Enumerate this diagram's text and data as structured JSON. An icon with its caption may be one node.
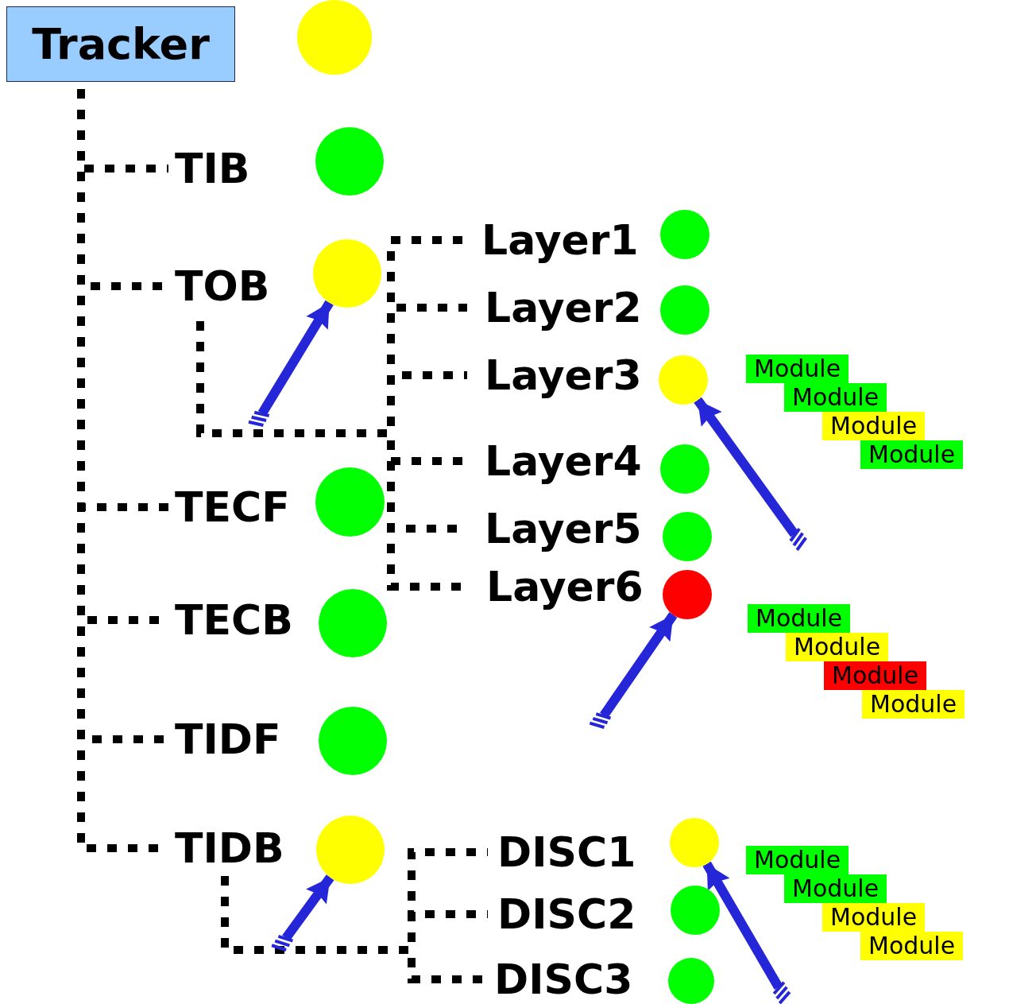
{
  "diagram": {
    "nodes": [
      {
        "text": [
          "Tracker"
        ]
      },
      {
        "text": [],
        "shape": "circle"
      },
      {
        "text": [
          "TIB"
        ]
      },
      {
        "text": [],
        "shape": "circle"
      },
      {
        "text": [
          "TOB"
        ]
      },
      {
        "text": [],
        "shape": "circle"
      },
      {
        "text": [
          "Layer1"
        ]
      },
      {
        "text": [],
        "shape": "circle"
      },
      {
        "text": [
          "Layer2"
        ]
      },
      {
        "text": [],
        "shape": "circle"
      },
      {
        "text": [
          "Layer3"
        ]
      },
      {
        "text": [],
        "shape": "circle"
      },
      {
        "text": [
          "Module"
        ]
      },
      {
        "text": [
          "Module"
        ]
      },
      {
        "text": [
          "Module"
        ]
      },
      {
        "text": [
          "Module"
        ]
      },
      {
        "text": [
          "Layer4"
        ]
      },
      {
        "text": [],
        "shape": "circle"
      },
      {
        "text": [
          "Layer5"
        ]
      },
      {
        "text": [],
        "shape": "circle"
      },
      {
        "text": [
          "Layer6"
        ]
      },
      {
        "text": [],
        "shape": "circle"
      },
      {
        "text": [
          "Module"
        ]
      },
      {
        "text": [
          "Module"
        ]
      },
      {
        "text": [
          "Module"
        ]
      },
      {
        "text": [
          "Module"
        ]
      },
      {
        "text": [
          "TECF"
        ]
      },
      {
        "text": [],
        "shape": "circle"
      },
      {
        "text": [
          "TECB"
        ]
      },
      {
        "text": [],
        "shape": "circle"
      },
      {
        "text": [
          "TIDF"
        ]
      },
      {
        "text": [],
        "shape": "circle"
      },
      {
        "text": [
          "TIDB"
        ]
      },
      {
        "text": [],
        "shape": "circle"
      },
      {
        "text": [
          "DISC1"
        ]
      },
      {
        "text": [],
        "shape": "circle"
      },
      {
        "text": [
          "Module"
        ]
      },
      {
        "text": [
          "Module"
        ]
      },
      {
        "text": [
          "Module"
        ]
      },
      {
        "text": [
          "Module"
        ]
      },
      {
        "text": [
          "DISC2"
        ]
      },
      {
        "text": [],
        "shape": "circle"
      },
      {
        "text": [
          "DISC3"
        ]
      },
      {
        "text": [],
        "shape": "circle"
      }
    ],
    "edges": [
      {
        "from": 0,
        "to": 2,
        "arrow": "none",
        "style": "dashed"
      },
      {
        "from": 0,
        "to": 4,
        "arrow": "none",
        "style": "dashed"
      },
      {
        "from": 0,
        "to": 26,
        "arrow": "none",
        "style": "dashed"
      },
      {
        "from": 0,
        "to": 28,
        "arrow": "none",
        "style": "dashed"
      },
      {
        "from": 0,
        "to": 30,
        "arrow": "none",
        "style": "dashed"
      },
      {
        "from": 0,
        "to": 32,
        "arrow": "none",
        "style": "dashed"
      },
      {
        "from": 4,
        "to": 6,
        "arrow": "none",
        "style": "dashed"
      },
      {
        "from": 4,
        "to": 8,
        "arrow": "none",
        "style": "dashed"
      },
      {
        "from": 4,
        "to": 10,
        "arrow": "none",
        "style": "dashed"
      },
      {
        "from": 4,
        "to": 16,
        "arrow": "none",
        "style": "dashed"
      },
      {
        "from": 4,
        "to": 18,
        "arrow": "none",
        "style": "dashed"
      },
      {
        "from": 4,
        "to": 20,
        "arrow": "none",
        "style": "dashed"
      },
      {
        "from": 32,
        "to": 34,
        "arrow": "none",
        "style": "dashed"
      },
      {
        "from": 32,
        "to": 40,
        "arrow": "none",
        "style": "dashed"
      },
      {
        "from": 32,
        "to": 42,
        "arrow": "none",
        "style": "dashed"
      },
      {
        "from": null,
        "to": 5,
        "arrow": "to",
        "color": "#2626d9"
      },
      {
        "from": null,
        "to": 11,
        "arrow": "to",
        "color": "#2626d9"
      },
      {
        "from": null,
        "to": 21,
        "arrow": "to",
        "color": "#2626d9"
      },
      {
        "from": null,
        "to": 33,
        "arrow": "to",
        "color": "#2626d9"
      },
      {
        "from": null,
        "to": 35,
        "arrow": "to",
        "color": "#2626d9"
      }
    ]
  }
}
